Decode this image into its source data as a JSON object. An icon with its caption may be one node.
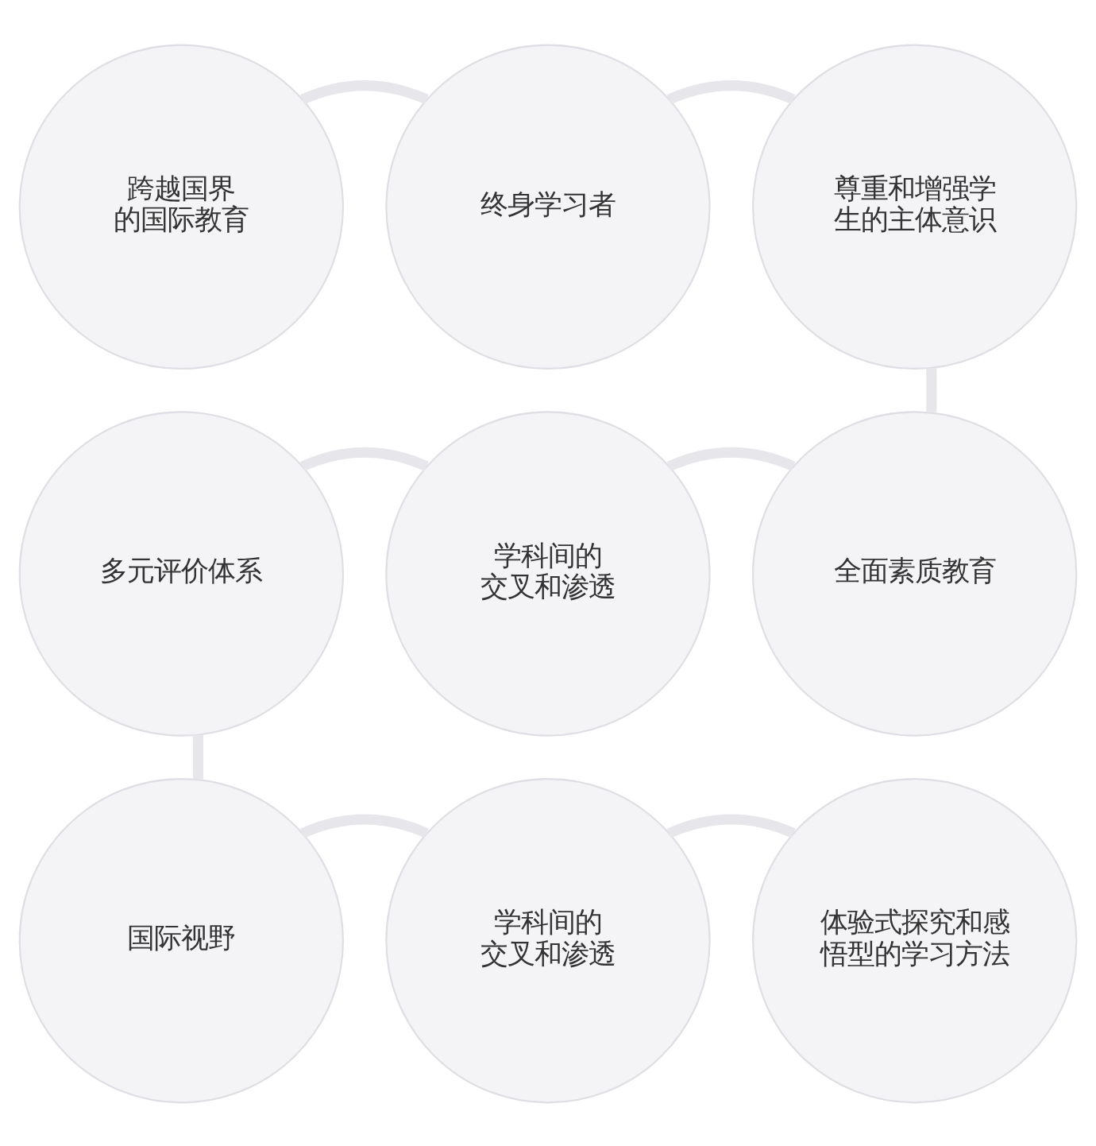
{
  "diagram": {
    "nodes": [
      {
        "text": [
          "跨越国界的国际教育"
        ]
      },
      {
        "text": [
          "终身学习者"
        ]
      },
      {
        "text": [
          "尊重和增强学生的主体意识"
        ]
      },
      {
        "text": [
          "多元评价体系"
        ]
      },
      {
        "text": [
          "学科间的交叉和渗透"
        ]
      },
      {
        "text": [
          "全面素质教育"
        ]
      },
      {
        "text": [
          "国际视野"
        ]
      },
      {
        "text": [
          "学科间的交叉和渗透"
        ]
      },
      {
        "text": [
          "体验式探究和感悟型的学习方法"
        ]
      }
    ],
    "edges": [
      {
        "from": 0,
        "to": 1,
        "arrow": "none"
      },
      {
        "from": 1,
        "to": 2,
        "arrow": "none"
      },
      {
        "from": 2,
        "to": 5,
        "arrow": "none"
      },
      {
        "from": 5,
        "to": 4,
        "arrow": "none"
      },
      {
        "from": 4,
        "to": 3,
        "arrow": "none"
      },
      {
        "from": 3,
        "to": 6,
        "arrow": "none"
      },
      {
        "from": 6,
        "to": 7,
        "arrow": "none"
      },
      {
        "from": 7,
        "to": 8,
        "arrow": "none"
      }
    ]
  }
}
